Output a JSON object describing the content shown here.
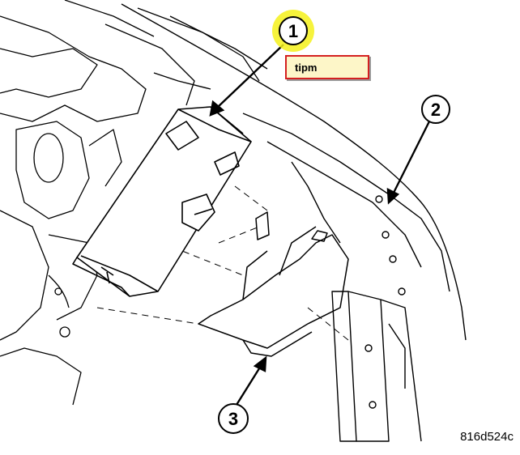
{
  "callouts": [
    {
      "id": "callout-1",
      "label": "1"
    },
    {
      "id": "callout-2",
      "label": "2"
    },
    {
      "id": "callout-3",
      "label": "3"
    }
  ],
  "note_text": "tipm",
  "reference_code": "816d524c",
  "colors": {
    "line": "#000000",
    "highlight": "#f4f11a",
    "note_bg": "#fdf6c8",
    "note_border": "#d42020"
  }
}
